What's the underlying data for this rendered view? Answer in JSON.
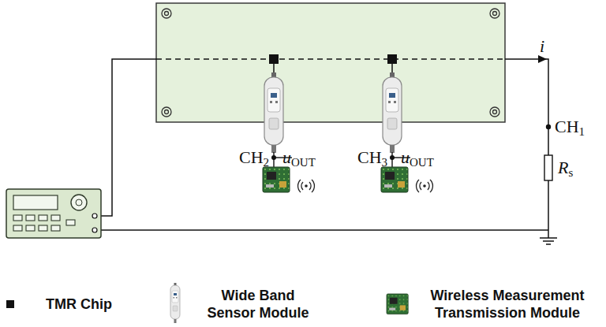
{
  "diagram": {
    "labels": [
      "i",
      "CH1",
      "CH2",
      "uOUT",
      "CH3",
      "uOUT",
      "Rs"
    ],
    "legend": [
      {
        "text": "TMR Chip",
        "color": "#111111"
      },
      {
        "text": "Wide Band Sensor Module"
      },
      {
        "text": "Wireless Measurement Transmission Module"
      }
    ]
  }
}
